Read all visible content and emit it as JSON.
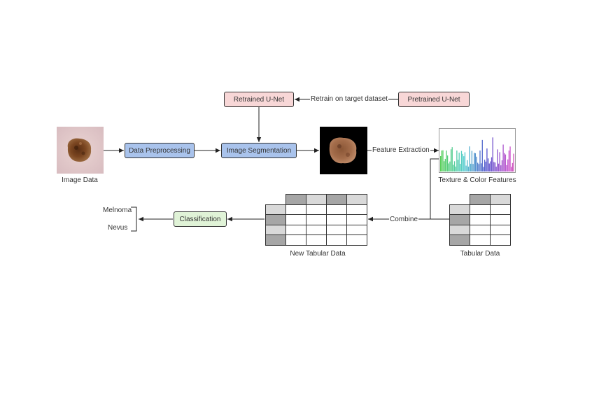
{
  "nodes": {
    "retrained_unet": "Retrained U-Net",
    "pretrained_unet": "Pretrained U-Net",
    "data_preprocessing": "Data Preprocessing",
    "image_segmentation": "Image Segmentation",
    "classification": "Classification"
  },
  "edges": {
    "retrain_on_target": "Retrain on target dataset",
    "feature_extraction": "Feature Extraction",
    "combine": "Combine"
  },
  "captions": {
    "image_data": "Image Data",
    "texture_color": "Texture & Color Features",
    "new_tabular": "New Tabular Data",
    "tabular": "Tabular Data"
  },
  "outputs": [
    "Melnoma",
    "Nevus"
  ],
  "colors": {
    "pink": "#f8d7d7",
    "blue": "#a9c3ec",
    "green": "#e0f3d7",
    "table_dark": "#a6a6a6",
    "table_light": "#d9d9d9"
  },
  "icons": {
    "skin_image": "dermoscopic-lesion-image",
    "segmented_image": "segmented-lesion-image",
    "feature_histogram": "color-histogram-chart",
    "table": "table-grid"
  }
}
